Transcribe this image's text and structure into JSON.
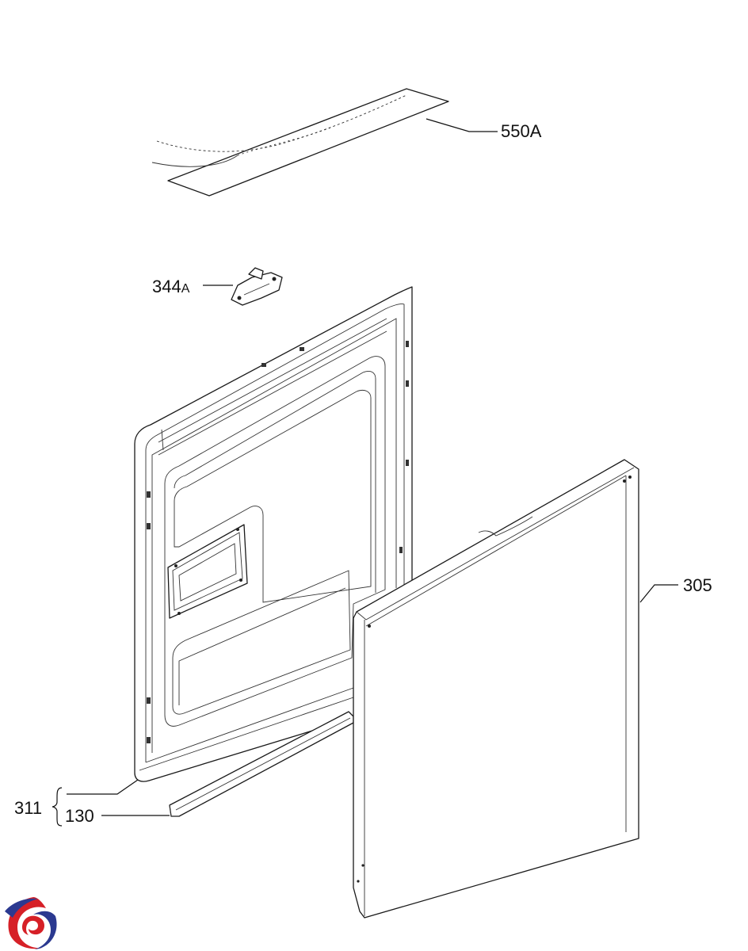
{
  "diagram": {
    "parts": [
      {
        "id": "550a",
        "label": "550A"
      },
      {
        "id": "344a",
        "label": "344",
        "suffix": "A"
      },
      {
        "id": "305",
        "label": "305"
      },
      {
        "id": "311",
        "label": "311"
      },
      {
        "id": "130",
        "label": "130"
      }
    ],
    "logo": {
      "icon": "swirl-logo-icon",
      "colors": [
        "#d62027",
        "#2b3990"
      ]
    }
  }
}
